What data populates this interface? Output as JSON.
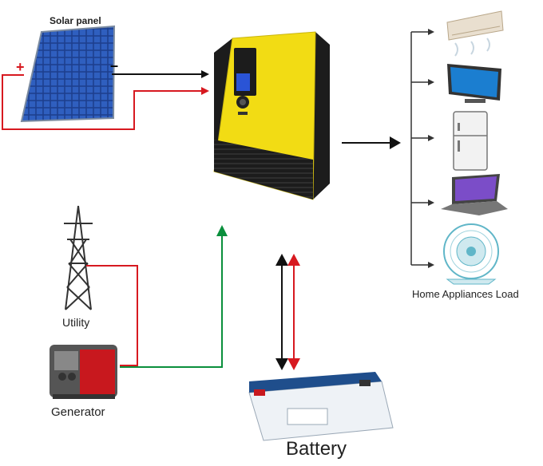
{
  "labels": {
    "solar_panel": "Solar panel",
    "utility": "Utility",
    "generator": "Generator",
    "battery": "Battery",
    "load": "Home Appliances Load",
    "plus": "+",
    "minus": "–"
  },
  "colors": {
    "ac_wire": "#d71920",
    "dc_neg_wire": "#111111",
    "charge_wire": "#0a8f3c",
    "inverter_body": "#f2dc14",
    "inverter_dark": "#1c1c1c",
    "screen": "#2a54d6"
  },
  "icons": [
    "solar-panel-icon",
    "inverter-icon",
    "utility-tower-icon",
    "generator-icon",
    "battery-icon",
    "air-conditioner-icon",
    "tv-icon",
    "refrigerator-icon",
    "laptop-icon",
    "fan-icon"
  ]
}
